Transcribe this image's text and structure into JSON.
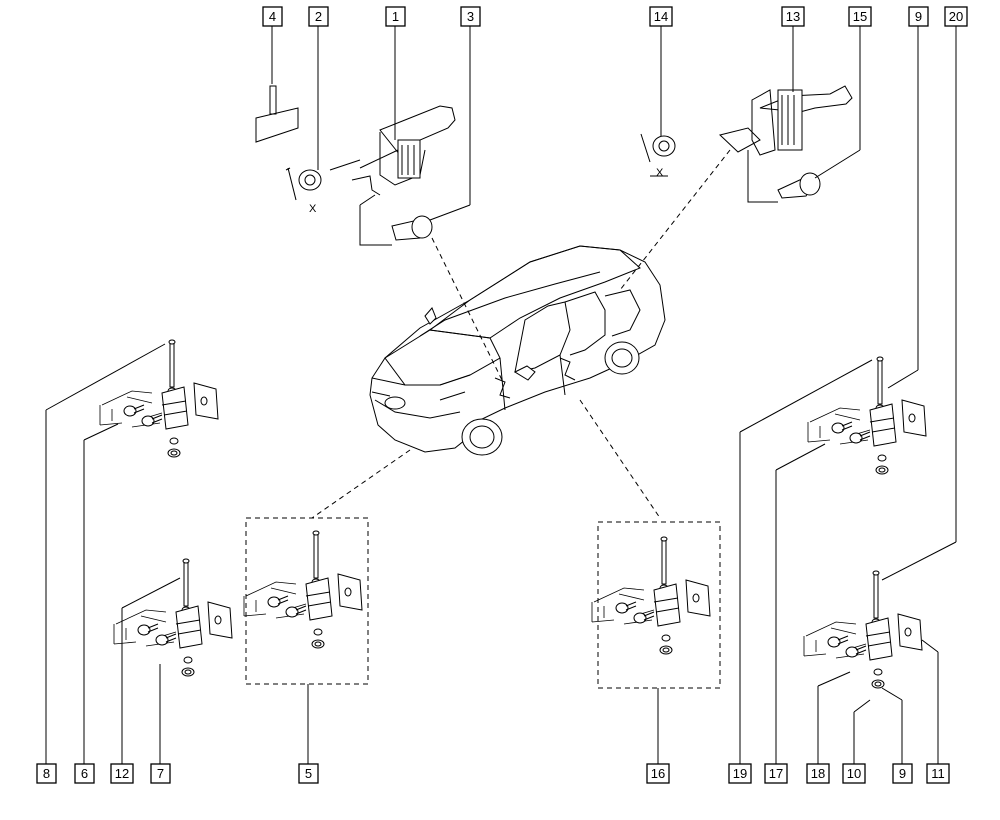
{
  "diagram": {
    "labels": {
      "l1": "1",
      "l2": "2",
      "l3": "3",
      "l4": "4",
      "l5": "5",
      "l6": "6",
      "l7": "7",
      "l8": "8",
      "l9a": "9",
      "l9b": "9",
      "l10": "10",
      "l11": "11",
      "l12": "12",
      "l13": "13",
      "l14": "14",
      "l15": "15",
      "l16": "16",
      "l17": "17",
      "l18": "18",
      "l19": "19",
      "l20": "20"
    },
    "axis_marks": {
      "front_left": "X",
      "front_right": "X"
    }
  }
}
